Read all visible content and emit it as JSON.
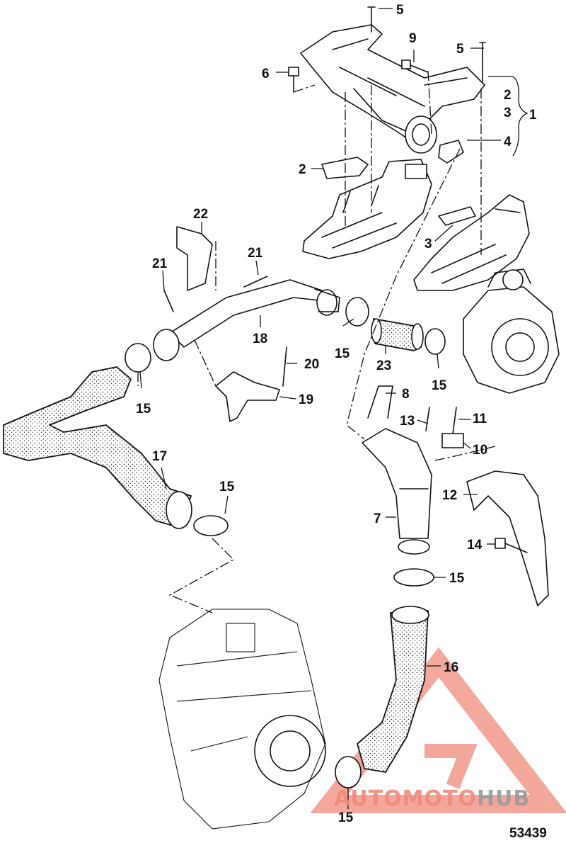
{
  "diagram": {
    "figure_number": "53439",
    "callouts": [
      "1",
      "2",
      "3",
      "4",
      "5",
      "6",
      "7",
      "8",
      "9",
      "10",
      "11",
      "12",
      "13",
      "14",
      "15",
      "16",
      "17",
      "18",
      "19",
      "20",
      "21",
      "22",
      "23"
    ]
  },
  "watermark": {
    "text_part1": "AUTOMOTO",
    "text_part2": "HUB",
    "color_primary": "#f08a7a",
    "color_secondary": "#9a9a9a"
  }
}
